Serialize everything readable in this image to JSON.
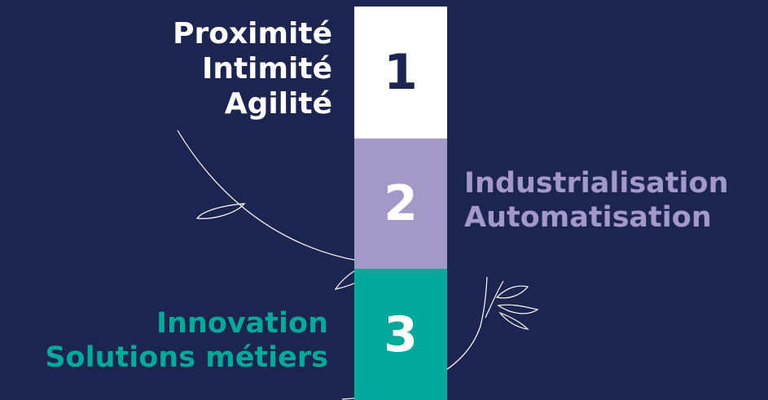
{
  "steps": [
    {
      "number": "1",
      "lines": [
        "Proximité",
        "Intimité",
        "Agilité"
      ],
      "block_color": "#ffffff",
      "number_color": "#1b2550",
      "text_color": "#ffffff"
    },
    {
      "number": "2",
      "lines": [
        "Industrialisation",
        "Automatisation"
      ],
      "block_color": "#a498c9",
      "number_color": "#ffffff",
      "text_color": "#a498c9"
    },
    {
      "number": "3",
      "lines": [
        "Innovation",
        "Solutions métiers"
      ],
      "block_color": "#00a99a",
      "number_color": "#ffffff",
      "text_color": "#00a99a"
    }
  ],
  "colors": {
    "background": "#1b2550",
    "vine": "#ffffff"
  }
}
